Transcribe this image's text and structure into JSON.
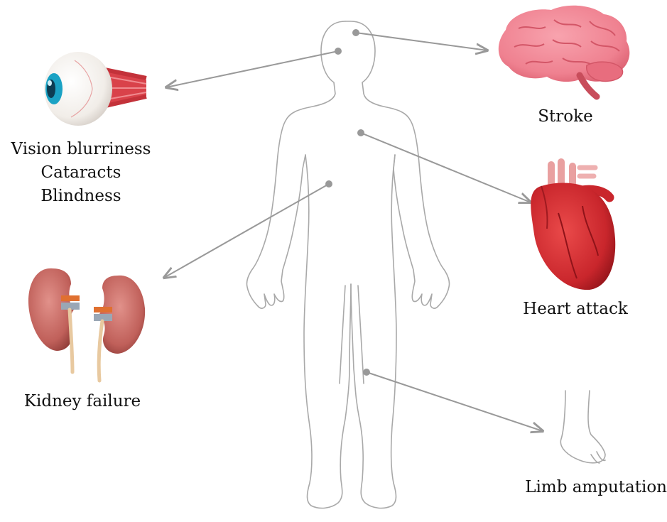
{
  "labels": {
    "vision": [
      "Vision blurriness",
      "Cataracts",
      "Blindness"
    ],
    "stroke": "Stroke",
    "heart_attack": "Heart attack",
    "kidney_failure": "Kidney failure",
    "limb_amputation": "Limb amputation"
  },
  "colors": {
    "body_outline": "#a9a9a9",
    "arrow": "#999999",
    "brain": "#ef8190",
    "heart": "#c9262c",
    "kidney": "#c0605a",
    "eye_iris": "#1aa2c4",
    "muscle": "#d9424a"
  },
  "icons": {
    "eye": "eye-icon",
    "brain": "brain-icon",
    "heart": "heart-icon",
    "kidneys": "kidneys-icon",
    "foot": "foot-icon"
  }
}
